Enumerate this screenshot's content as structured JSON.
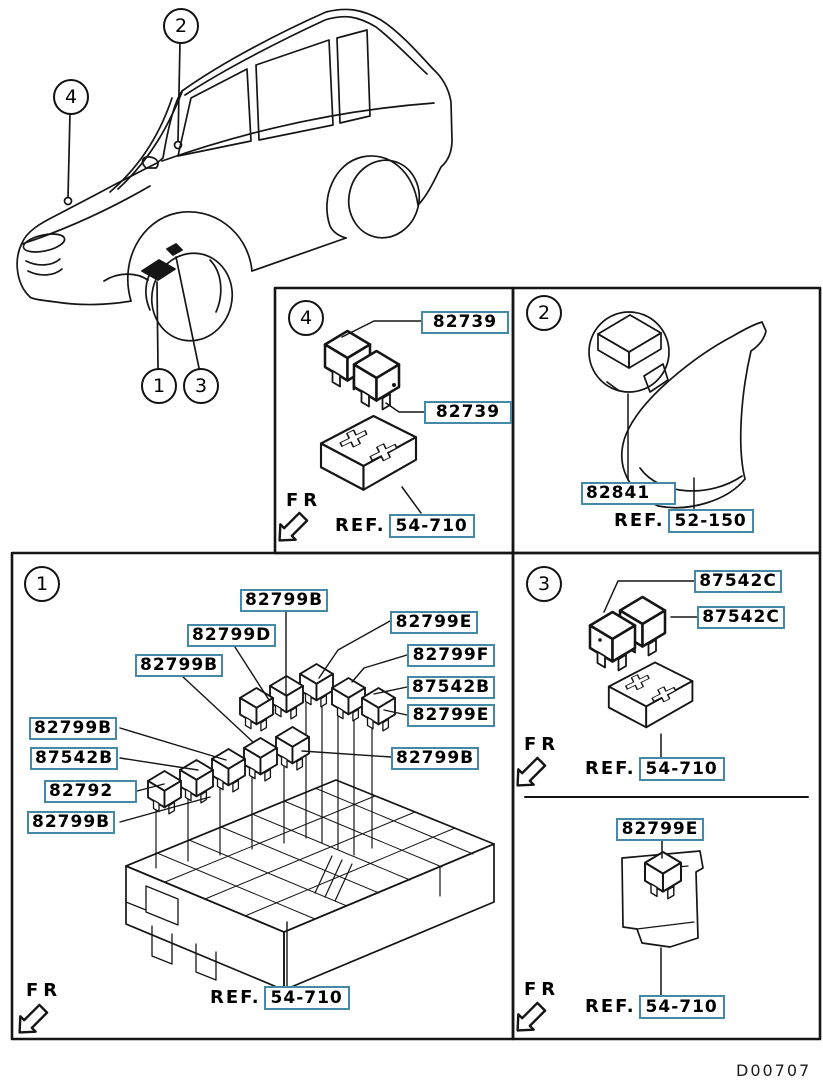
{
  "page": {
    "drawing_code": "D00707"
  },
  "colors": {
    "label_border": "#4589a8",
    "line": "#151515"
  },
  "car": {
    "callouts": {
      "c1": "1",
      "c2": "2",
      "c3": "3",
      "c4": "4"
    }
  },
  "sections": {
    "s4": {
      "number": "4",
      "fr": "FR",
      "ref_prefix": "REF.",
      "ref_code": "54-710",
      "labels": [
        "82739",
        "82739"
      ]
    },
    "s2": {
      "number": "2",
      "part": "82841",
      "ref_prefix": "REF.",
      "ref_code": "52-150"
    },
    "s1": {
      "number": "1",
      "fr": "FR",
      "ref_prefix": "REF.",
      "ref_code": "54-710",
      "labels": [
        "82799B",
        "82799D",
        "82799B",
        "82799E",
        "82799F",
        "87542B",
        "82799E",
        "82799B",
        "87542B",
        "82792",
        "82799B",
        "82799B"
      ]
    },
    "s3": {
      "number": "3",
      "top": {
        "fr": "FR",
        "ref_prefix": "REF.",
        "ref_code": "54-710",
        "labels": [
          "87542C",
          "87542C"
        ]
      },
      "bottom": {
        "fr": "FR",
        "ref_prefix": "REF.",
        "ref_code": "54-710",
        "label": "82799E"
      }
    }
  }
}
